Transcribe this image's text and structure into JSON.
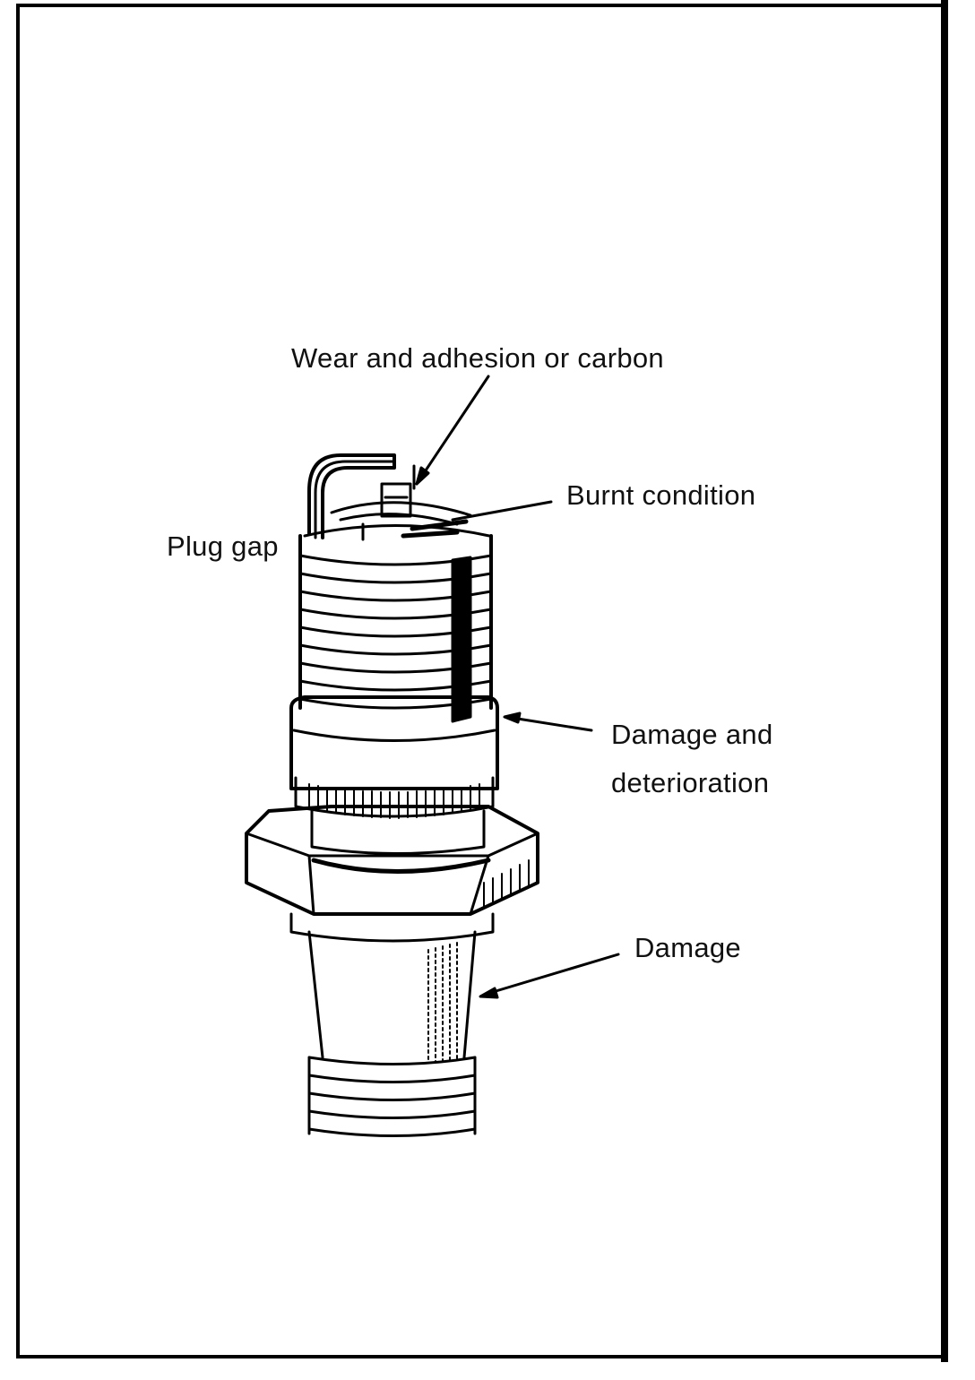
{
  "labels": {
    "wear": "Wear and adhesion or carbon",
    "burnt": "Burnt condition",
    "plug_gap": "Plug gap",
    "damage_det_line1": "Damage and",
    "damage_det_line2": "deterioration",
    "damage": "Damage"
  },
  "colors": {
    "ink": "#000000",
    "paper": "#ffffff"
  }
}
